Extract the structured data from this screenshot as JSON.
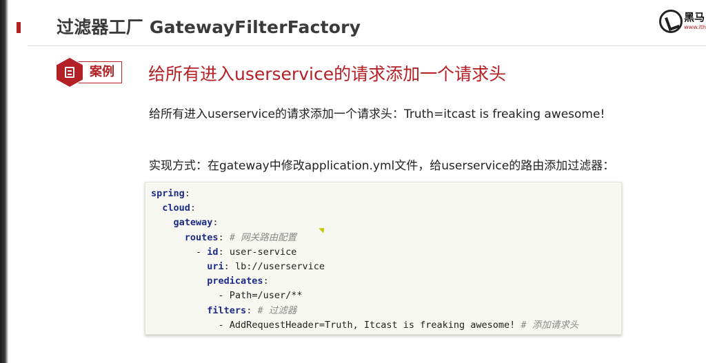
{
  "header": {
    "title": "过滤器工厂 GatewayFilterFactory",
    "logo_cn": "黑马",
    "logo_en": "www.ith"
  },
  "case": {
    "tag_label": "案例",
    "heading": "给所有进入userservice的请求添加一个请求头"
  },
  "body": {
    "description": "给所有进入userservice的请求添加一个请求头：Truth=itcast is freaking awesome!",
    "implementation": "实现方式：在gateway中修改application.yml文件，给userservice的路由添加过滤器："
  },
  "code": {
    "l1_key": "spring",
    "l2_key": "cloud",
    "l3_key": "gateway",
    "l4_key": "routes",
    "l4_comment": "# 网关路由配置",
    "l5_dash": "- ",
    "l5_key": "id",
    "l5_val": " user-service",
    "l6_key": "uri",
    "l6_val": " lb://userservice",
    "l7_key": "predicates",
    "l8_val": "- Path=/user/**",
    "l9_key": "filters",
    "l9_comment": "# 过滤器",
    "l10_val": "- AddRequestHeader=Truth, Itcast is freaking awesome! ",
    "l10_comment": "# 添加请求头"
  },
  "colors": {
    "accent": "#b32025",
    "code_key": "#1c2a8a",
    "code_comment": "#8a8a8a",
    "code_bg": "#f6f8f1"
  }
}
